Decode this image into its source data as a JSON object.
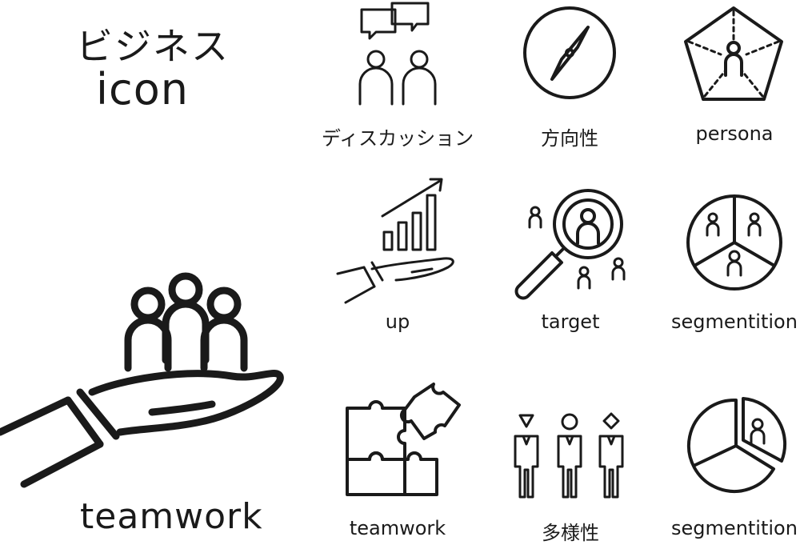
{
  "header": {
    "title_jp": "ビジネス",
    "title_en": "icon"
  },
  "hero": {
    "label": "teamwork",
    "icon": "hand-holding-team-icon"
  },
  "icons": [
    {
      "label": "ディスカッション",
      "icon": "discussion-icon"
    },
    {
      "label": "方向性",
      "icon": "compass-icon"
    },
    {
      "label": "persona",
      "icon": "persona-icon"
    },
    {
      "label": "up",
      "icon": "growth-chart-hand-icon"
    },
    {
      "label": "target",
      "icon": "target-search-icon"
    },
    {
      "label": "segmentition",
      "icon": "segmentation-icon"
    },
    {
      "label": "teamwork",
      "icon": "puzzle-icon"
    },
    {
      "label": "多様性",
      "icon": "diversity-icon"
    },
    {
      "label": "segmentition",
      "icon": "segment-pie-icon"
    }
  ]
}
